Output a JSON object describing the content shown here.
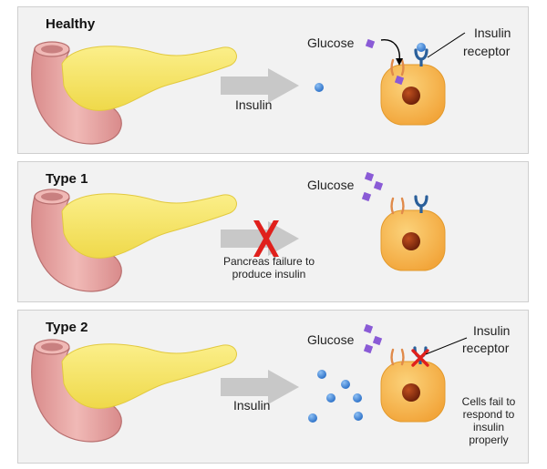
{
  "panels": [
    {
      "title": "Healthy",
      "arrow_label": "Insulin",
      "glucose_label": "Glucose",
      "receptor_label_line1": "Insulin",
      "receptor_label_line2": "receptor"
    },
    {
      "title": "Type 1",
      "glucose_label": "Glucose",
      "failure_line1": "Pancreas failure to",
      "failure_line2": "produce insulin"
    },
    {
      "title": "Type 2",
      "arrow_label": "Insulin",
      "glucose_label": "Glucose",
      "receptor_label_line1": "Insulin",
      "receptor_label_line2": "receptor",
      "cells_fail_line1": "Cells fail to",
      "cells_fail_line2": "respond to",
      "cells_fail_line3": "insulin properly"
    }
  ],
  "colors": {
    "panel_bg": "#f2f2f2",
    "pancreas_yellow": "#f5e663",
    "duodenum_pink": "#e6a3a3",
    "cell_orange": "#f7b54b",
    "nucleus": "#8a2a10",
    "insulin_blue": "#4a8fdc",
    "glucose_purple": "#8a5bd6",
    "arrow_gray": "#c8c8c8",
    "block_red": "#e0201c"
  }
}
